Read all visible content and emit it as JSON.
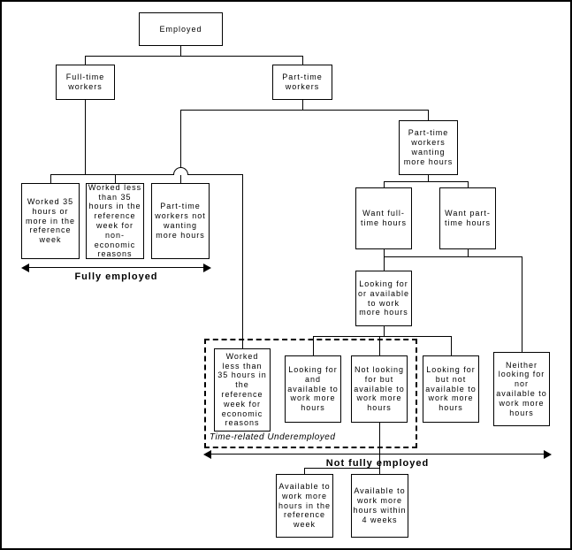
{
  "diagram": {
    "nodes": {
      "employed": "Employed",
      "full_time_workers": "Full-time workers",
      "part_time_workers": "Part-time workers",
      "pt_wanting_more": "Part-time workers wanting more hours",
      "worked_35_plus": "Worked 35 hours or more in the reference week",
      "worked_less_non_economic": "Worked less than 35 hours in the reference week for non-economic reasons",
      "pt_not_wanting": "Part-time workers not wanting more hours",
      "want_full_time": "Want full-time hours",
      "want_part_time": "Want part-time hours",
      "looking_or_available": "Looking for or available to work more hours",
      "worked_less_economic": "Worked less than 35 hours in the reference week for economic reasons",
      "looking_and_available": "Looking for and available to work more hours",
      "not_looking_but_available": "Not looking for but available to work more hours",
      "looking_not_available": "Looking for but not available to work more hours",
      "neither_looking_nor_available": "Neither looking for nor available to work more hours",
      "available_reference_week": "Available to work more hours in the reference week",
      "available_4_weeks": "Available to work more hours within 4 weeks"
    },
    "labels": {
      "fully_employed": "Fully employed",
      "not_fully_employed": "Not fully employed",
      "time_related_underemployed": "Time-related Underemployed"
    },
    "colors": {
      "line": "#000000",
      "background": "#ffffff"
    }
  }
}
